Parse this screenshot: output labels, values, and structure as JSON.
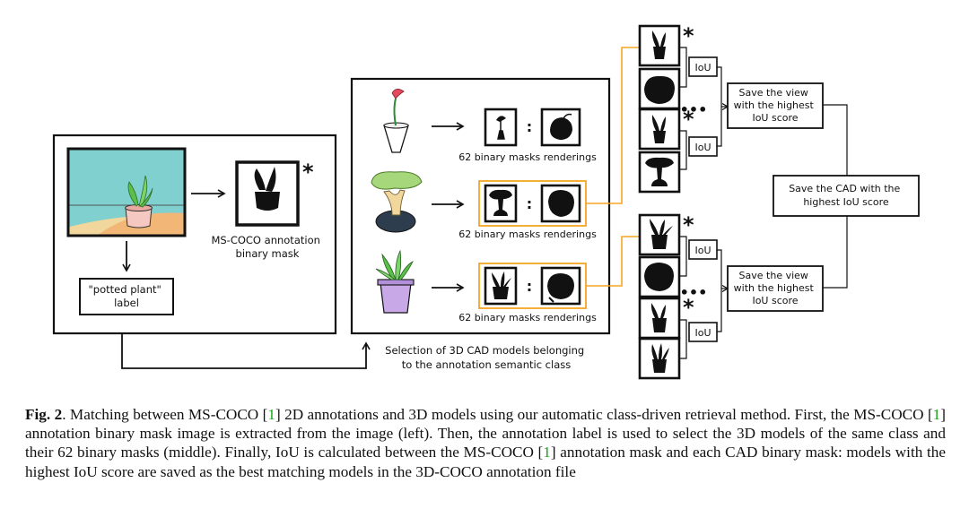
{
  "figure": {
    "mask_label": [
      "MS-COCO annotation",
      "binary mask"
    ],
    "class_label": [
      "\"potted plant\"",
      "label"
    ],
    "renderings_label": "62 binary masks renderings",
    "selection_label": [
      "Selection of 3D CAD models belonging",
      "to the annotation semantic class"
    ],
    "iou_label": "IoU",
    "save_view_label": [
      "Save the view",
      "with the highest",
      "IoU score"
    ],
    "save_cad_label": [
      "Save the CAD with the",
      "highest IoU score"
    ],
    "star_symbol": "*",
    "colon_symbol": ":",
    "ellipsis_symbol": "•••",
    "highlight_color": "#f5a623"
  },
  "caption": {
    "fig_no": "Fig. 2",
    "parts": [
      ".  Matching between MS-COCO [",
      "] 2D annotations and 3D models using our automatic class-driven retrieval method. First, the MS-COCO [",
      "] annotation binary mask image is extracted from the image (left). Then, the annotation label is used to select the 3D models of the same class and their 62 binary masks (middle). Finally, IoU is calculated between the MS-COCO [",
      "] annotation mask and each CAD binary mask: models with the highest IoU score are saved as the best matching models in the 3D-COCO annotation file"
    ],
    "cite": "1"
  }
}
